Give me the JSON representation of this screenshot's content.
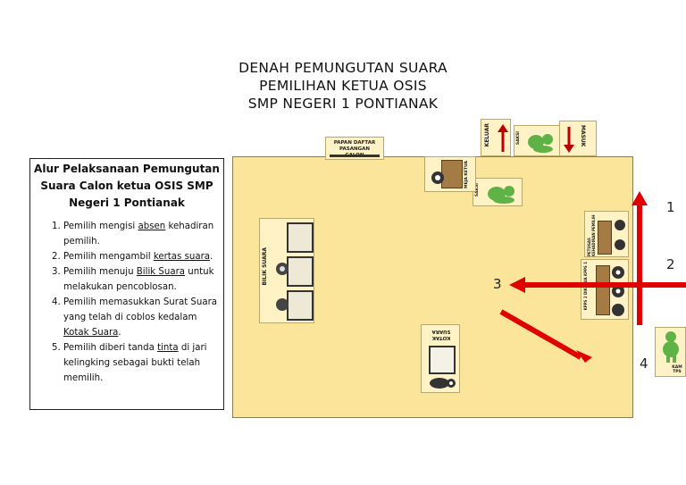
{
  "title": {
    "line1": "DENAH PEMUNGUTAN SUARA",
    "line2": "PEMILIHAN KETUA OSIS",
    "line3": "SMP NEGERI 1 PONTIANAK"
  },
  "panel": {
    "heading_line1": "Alur Pelaksanaan Pemungutan",
    "heading_line2": "Suara Calon ketua OSIS SMP",
    "heading_line3": "Negeri 1 Pontianak",
    "steps": [
      {
        "a": "Pemilih mengisi ",
        "u": "absen",
        "b": " kehadiran pemilih."
      },
      {
        "a": "Pemilih mengambil ",
        "u": "kertas suara",
        "b": "."
      },
      {
        "a": "Pemilih menuju ",
        "u": "Bilik Suara",
        "b": " untuk melakukan pencoblosan."
      },
      {
        "a": "Pemilih memasukkan Surat Suara yang telah di coblos kedalam ",
        "u": "Kotak Suara",
        "b": "."
      },
      {
        "a": "Pemilih diberi tanda ",
        "u": "tinta",
        "b": " di jari kelingking sebagai bukti telah memilih."
      }
    ]
  },
  "labels": {
    "papan": "PAPAN DAFTAR PASANGAN CALON",
    "keluar": "KELUAR",
    "masuk": "MASUK",
    "bilik": "BILIK SUARA",
    "kotak": "KOTAK SUARA",
    "petugas": "PETUGAS KEHADIRAN PEMILIH",
    "kpps": "KPPS 2 DIKETUA KPPS 1",
    "meja_ketua": "MEJA KETUA",
    "saksi": "SAKSI",
    "tps": "KAM TPS"
  },
  "numbers": {
    "n1": "1",
    "n2": "2",
    "n3": "3",
    "n4": "4"
  },
  "colors": {
    "room": "#fbe59b",
    "arrow": "#e10000",
    "figure": "#5fb246"
  }
}
